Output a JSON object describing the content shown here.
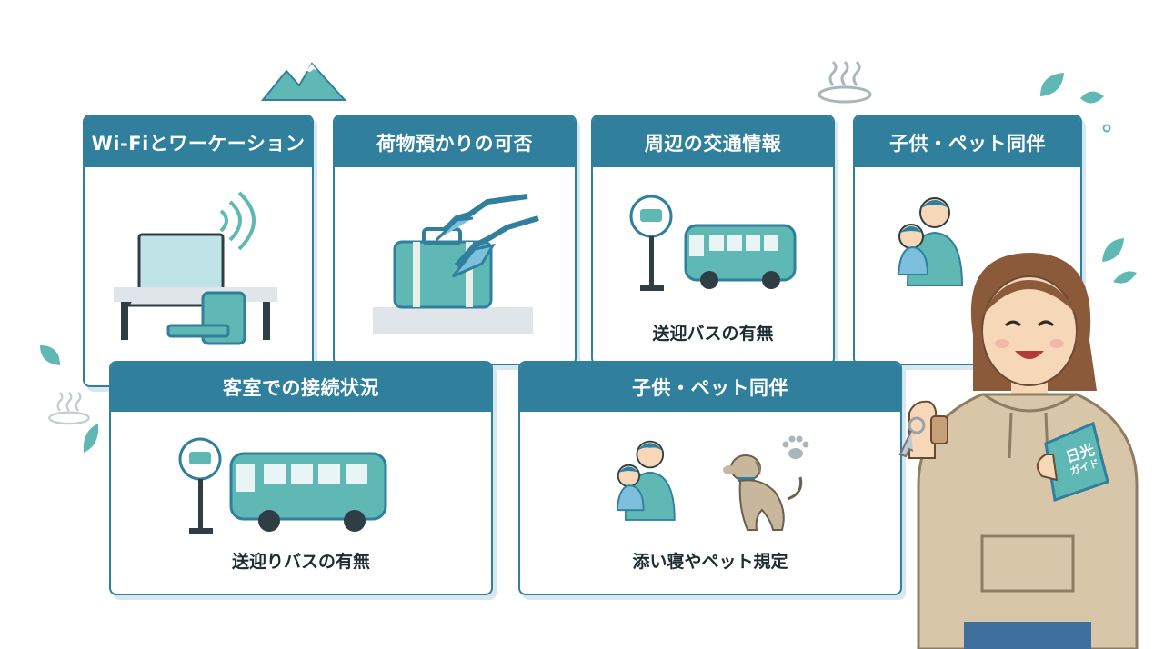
{
  "cards": [
    {
      "title": "Wi-Fiとワーケーション",
      "caption": ""
    },
    {
      "title": "荷物預かりの可否",
      "caption": ""
    },
    {
      "title": "周辺の交通情報",
      "caption": "送迎バスの有無"
    },
    {
      "title": "子供・ペット同伴",
      "caption": ""
    },
    {
      "title": "客室での接続状況",
      "caption": "送迎りバスの有無"
    },
    {
      "title": "子供・ペット同伴",
      "caption": "添い寝やペット規定"
    }
  ],
  "guidebook": {
    "title": "日光",
    "subtitle": "ガイド"
  },
  "colors": {
    "accent": "#2f7f9d",
    "teal": "#5fb8b4",
    "skin": "#f6d7b8",
    "hoodie": "#d8c6a8"
  }
}
